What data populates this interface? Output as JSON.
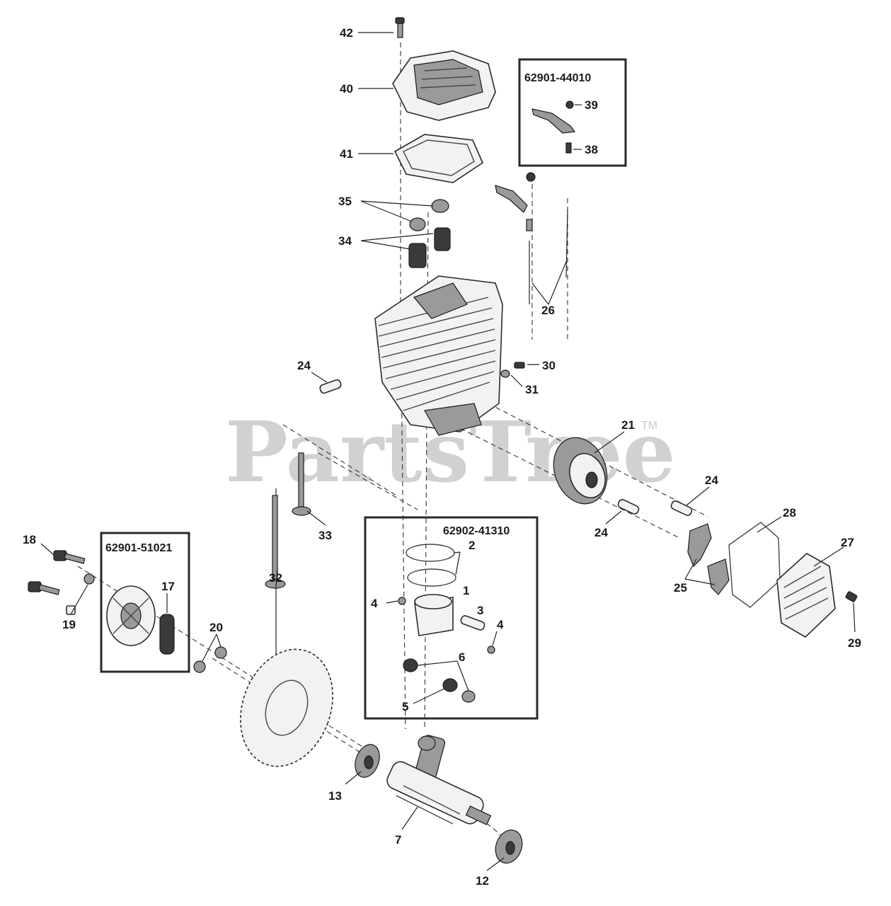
{
  "watermark": {
    "text": "PartsTree",
    "trademark": "TM"
  },
  "kits": [
    {
      "id": "kit-rocker",
      "label": "62901-44010"
    },
    {
      "id": "kit-clutch",
      "label": "62901-51021"
    },
    {
      "id": "kit-piston",
      "label": "62902-41310"
    }
  ],
  "callouts": {
    "c42": "42",
    "c40": "40",
    "c41": "41",
    "c39": "39",
    "c38": "38",
    "c35": "35",
    "c34": "34",
    "c26": "26",
    "c24a": "24",
    "c30": "30",
    "c31": "31",
    "c21": "21",
    "c24b": "24",
    "c24c": "24",
    "c28": "28",
    "c27": "27",
    "c25": "25",
    "c29": "29",
    "c33": "33",
    "c32": "32",
    "c18": "18",
    "c19": "19",
    "c17": "17",
    "c20": "20",
    "c2": "2",
    "c1": "1",
    "c4a": "4",
    "c3": "3",
    "c4b": "4",
    "c6": "6",
    "c5": "5",
    "c13": "13",
    "c7": "7",
    "c12": "12"
  }
}
